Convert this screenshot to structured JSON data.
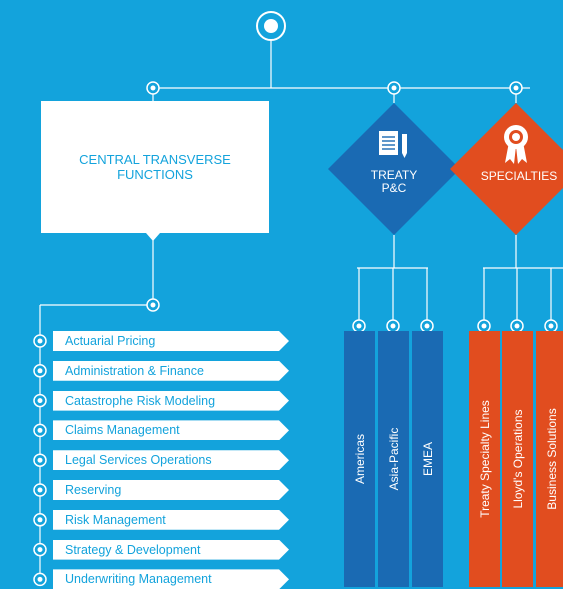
{
  "colors": {
    "background": "#13a3dc",
    "treaty_blue": "#1a6ab3",
    "specialties_orange": "#e14d1f",
    "white": "#ffffff"
  },
  "central": {
    "title": "CENTRAL TRANSVERSE\nFUNCTIONS"
  },
  "treaty": {
    "label": "TREATY\nP&C",
    "icon": "document-pencil-icon"
  },
  "specialties": {
    "label": "SPECIALTIES",
    "icon": "award-ribbon-icon"
  },
  "functions": [
    "Actuarial Pricing",
    "Administration & Finance",
    "Catastrophe Risk Modeling",
    "Claims Management",
    "Legal Services Operations",
    "Reserving",
    "Risk Management",
    "Strategy & Development",
    "Underwriting Management"
  ],
  "treaty_regions": [
    "Americas",
    "Asia-Pacific",
    "EMEA"
  ],
  "specialty_lines": [
    "Treaty Specialty Lines",
    "Lloyd's Operations",
    "Business Solutions"
  ]
}
